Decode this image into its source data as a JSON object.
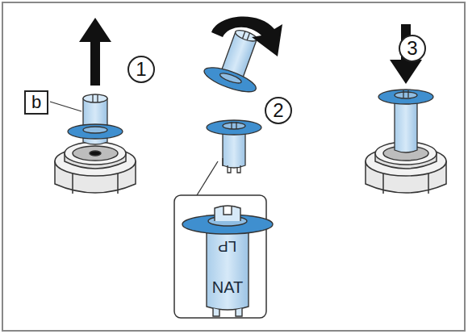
{
  "diagram": {
    "nodes": [
      {
        "text": [
          "1"
        ]
      },
      {
        "text": [
          "b"
        ]
      },
      {
        "text": [
          "2"
        ]
      },
      {
        "text": [
          "3"
        ]
      },
      {
        "text": [
          "LP",
          "NAT"
        ]
      }
    ]
  }
}
